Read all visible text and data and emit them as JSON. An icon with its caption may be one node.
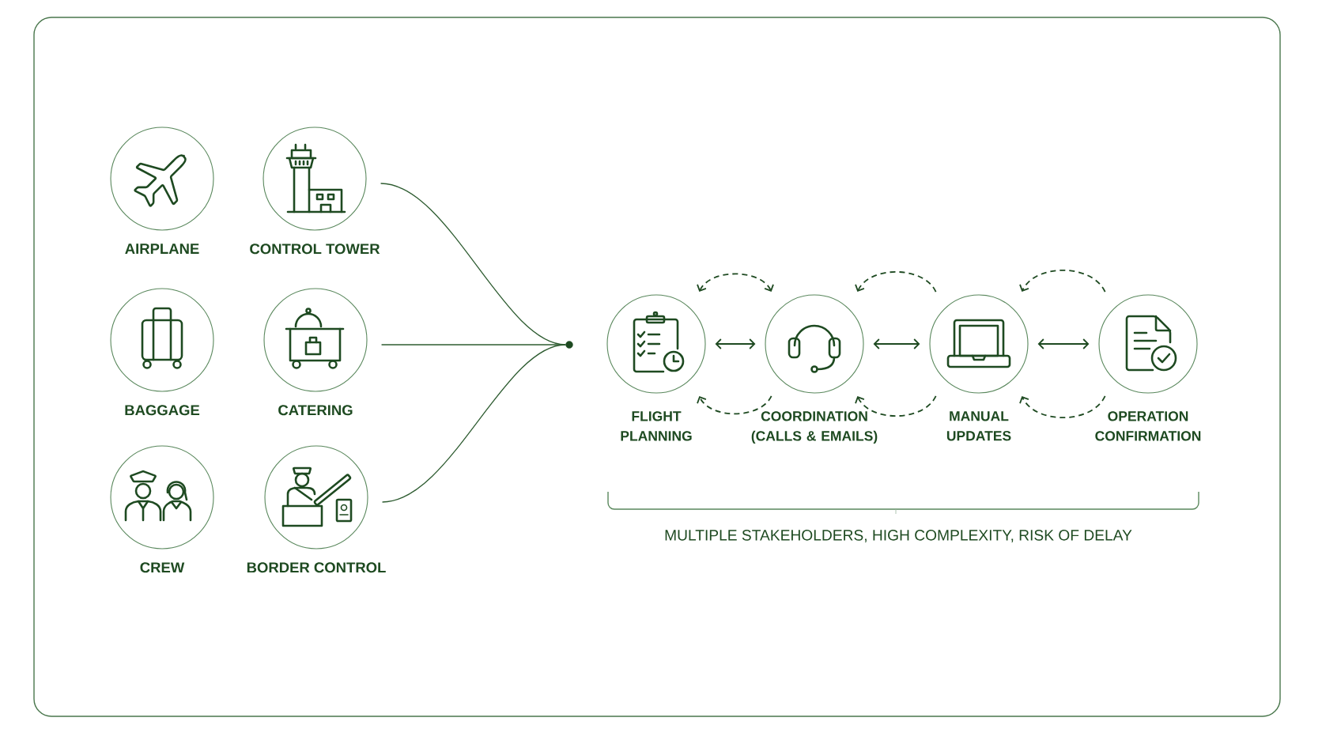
{
  "diagram": {
    "nodes": [
      {
        "text": [
          "AIRPLANE"
        ]
      },
      {
        "text": [
          "CONTROL TOWER"
        ]
      },
      {
        "text": [
          "BAGGAGE"
        ]
      },
      {
        "text": [
          "CATERING"
        ]
      },
      {
        "text": [
          "CREW"
        ]
      },
      {
        "text": [
          "BORDER CONTROL"
        ]
      },
      {
        "text": [],
        "shape": "circle"
      },
      {
        "text": [
          "FLIGHT PLANNING"
        ]
      },
      {
        "text": [
          "COORDINATION (CALLS & EMAILS)"
        ]
      },
      {
        "text": [
          "MANUAL UPDATES"
        ]
      },
      {
        "text": [
          "OPERATION CONFIRMATION"
        ]
      }
    ],
    "edges": [
      {
        "from": 1,
        "to": 6,
        "arrow": "none"
      },
      {
        "from": 3,
        "to": 6,
        "arrow": "none"
      },
      {
        "from": 5,
        "to": 6,
        "arrow": "none"
      },
      {
        "from": 7,
        "to": 8,
        "arrow": "both"
      },
      {
        "from": 8,
        "to": 9,
        "arrow": "both"
      },
      {
        "from": 9,
        "to": 10,
        "arrow": "both"
      },
      {
        "from": 7,
        "to": 8,
        "arrow": "both",
        "style": "dashed"
      },
      {
        "from": 8,
        "to": 7,
        "arrow": "to",
        "style": "dashed"
      },
      {
        "from": 9,
        "to": 8,
        "arrow": "to",
        "style": "dashed"
      },
      {
        "from": 9,
        "to": 8,
        "arrow": "to",
        "style": "dashed"
      },
      {
        "from": 10,
        "to": 9,
        "arrow": "to",
        "style": "dashed"
      },
      {
        "from": 10,
        "to": 9,
        "arrow": "to",
        "style": "dashed"
      }
    ],
    "labels": [
      "MULTIPLE STAKEHOLDERS, HIGH COMPLEXITY, RISK OF DELAY"
    ]
  }
}
